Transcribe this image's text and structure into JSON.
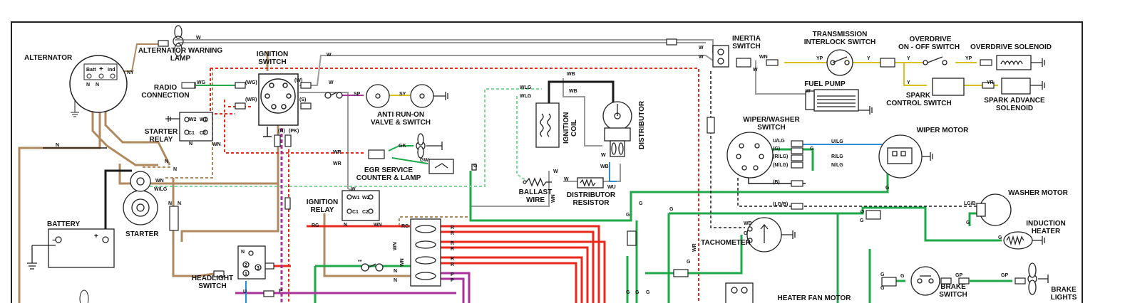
{
  "labels": {
    "alternator": "ALTERNATOR",
    "alt_lamp_1": "ALTERNATOR WARNING",
    "alt_lamp_2": "LAMP",
    "ign_sw_1": "IGNITION",
    "ign_sw_2": "SWITCH",
    "radio_1": "RADIO",
    "radio_2": "CONNECTION",
    "starter_relay_1": "STARTER",
    "starter_relay_2": "RELAY",
    "anti_run_1": "ANTI RUN-ON",
    "anti_run_2": "VALVE & SWITCH",
    "egr_1": "EGR SERVICE",
    "egr_2": "COUNTER & LAMP",
    "ign_relay_1": "IGNITION",
    "ign_relay_2": "RELAY",
    "battery": "BATTERY",
    "starter": "STARTER",
    "headlight_1": "HEADLIGHT",
    "headlight_2": "SWITCH",
    "ignition_coil_1": "IGNITION",
    "ignition_coil_2": "COIL",
    "distributor": "DISTRIBUTOR",
    "ballast_1": "BALLAST",
    "ballast_2": "WIRE",
    "dist_res_1": "DISTRIBUTOR",
    "dist_res_2": "RESISTOR",
    "inertia_1": "INERTIA",
    "inertia_2": "SWITCH",
    "trans_1": "TRANSMISSION",
    "trans_2": "INTERLOCK SWITCH",
    "od_sw_1": "OVERDRIVE",
    "od_sw_2": "ON - OFF SWITCH",
    "od_sol": "OVERDRIVE SOLENOID",
    "fuel_pump": "FUEL PUMP",
    "spark_ctl_1": "SPARK",
    "spark_ctl_2": "CONTROL SWITCH",
    "spark_adv_1": "SPARK ADVANCE",
    "spark_adv_2": "SOLENOID",
    "wiper_sw_1": "WIPER/WASHER",
    "wiper_sw_2": "SWITCH",
    "wiper_motor": "WIPER MOTOR",
    "washer_motor": "WASHER MOTOR",
    "induction_1": "INDUCTION",
    "induction_2": "HEATER",
    "tachometer": "TACHOMETER",
    "heater_fan": "HEATER FAN MOTOR",
    "brake_sw_1": "BRAKE",
    "brake_sw_2": "SWITCH",
    "brake_lights_1": "BRAKE",
    "brake_lights_2": "LIGHTS"
  },
  "wire_codes": {
    "w": "W",
    "ny": "NY",
    "n": "N",
    "wg": "WG",
    "wg_paren": "(WG)",
    "wr_paren": "(WR)",
    "w_paren": "(W)",
    "s_paren": "(S)",
    "n_paren": "(N)",
    "pk_paren": "(PK)",
    "sp": "SP",
    "sy": "SY",
    "wr": "WR",
    "gk": "GK",
    "gw": "GW",
    "g": "G",
    "wn": "WN",
    "wlg": "W/LG",
    "wlg2": "WLG",
    "wb": "WB",
    "wu": "WU",
    "rg": "RG",
    "r": "R",
    "p": "P",
    "u": "U",
    "yp": "YP",
    "y": "Y",
    "yr": "YR",
    "gp": "GP",
    "ulg": "U/LG",
    "g_paren": "(G)",
    "rlg_paren": "(R/LG)",
    "nlg_paren": "(N/LG)",
    "b_paren": "(B)",
    "lgb_paren": "(LG/B)",
    "rlg": "R/LG",
    "nlg": "N/LG",
    "lgb": "LG/B",
    "stars": "**"
  },
  "pins": {
    "batt": "Batt",
    "plus": "+",
    "ind": "Ind",
    "minus": "−",
    "w1": "W1",
    "w2": "W2",
    "c1": "C1",
    "c2": "C2",
    "one": "1",
    "two": "2",
    "three": "3"
  },
  "colors": {
    "brown": "#b08a5e",
    "white_wire": "#9a9a9a",
    "red": "#e8291b",
    "green": "#1ea84a",
    "purple": "#a8329a",
    "yellow": "#d8c21a",
    "blue": "#2b8fd6",
    "black": "#1a1a1a",
    "light_green": "#7fd89a",
    "frame": "#222222"
  }
}
